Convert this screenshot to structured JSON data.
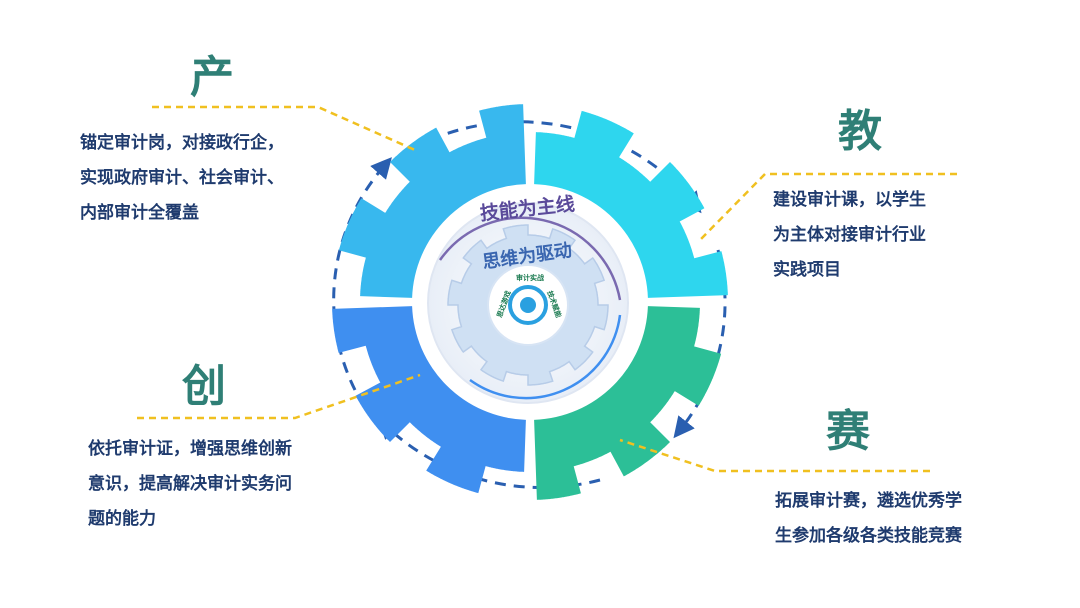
{
  "quadrants": {
    "chan": {
      "title": "产",
      "lines": [
        "锚定审计岗，对接政行企，",
        "实现政府审计、社会审计、",
        "内部审计全覆盖"
      ]
    },
    "jiao": {
      "title": "教",
      "lines": [
        "建设审计课，以学生",
        "为主体对接审计行业",
        "实践项目"
      ]
    },
    "chuang": {
      "title": "创",
      "lines": [
        "依托审计证，增强思维创新",
        "意识，提高解决审计实务问",
        "题的能力"
      ]
    },
    "sai": {
      "title": "赛",
      "lines": [
        "拓展审计赛，遴选优秀学",
        "生参加各级各类技能竞赛"
      ]
    }
  },
  "center": {
    "outer_label": "技能为主线",
    "inner_label": "思维为驱动",
    "tiny_labels": [
      "思达游戏",
      "审计实战",
      "技术赋能"
    ]
  },
  "colors": {
    "gear_top_left": "#38b8ee",
    "gear_top_right": "#2ed6ee",
    "gear_bottom_left": "#3f8ff0",
    "gear_bottom_right": "#2cbf97",
    "title": "#2f7f76",
    "text": "#1f3b6e",
    "leader": "#f0c020",
    "arrow": "#2a5fb0"
  }
}
